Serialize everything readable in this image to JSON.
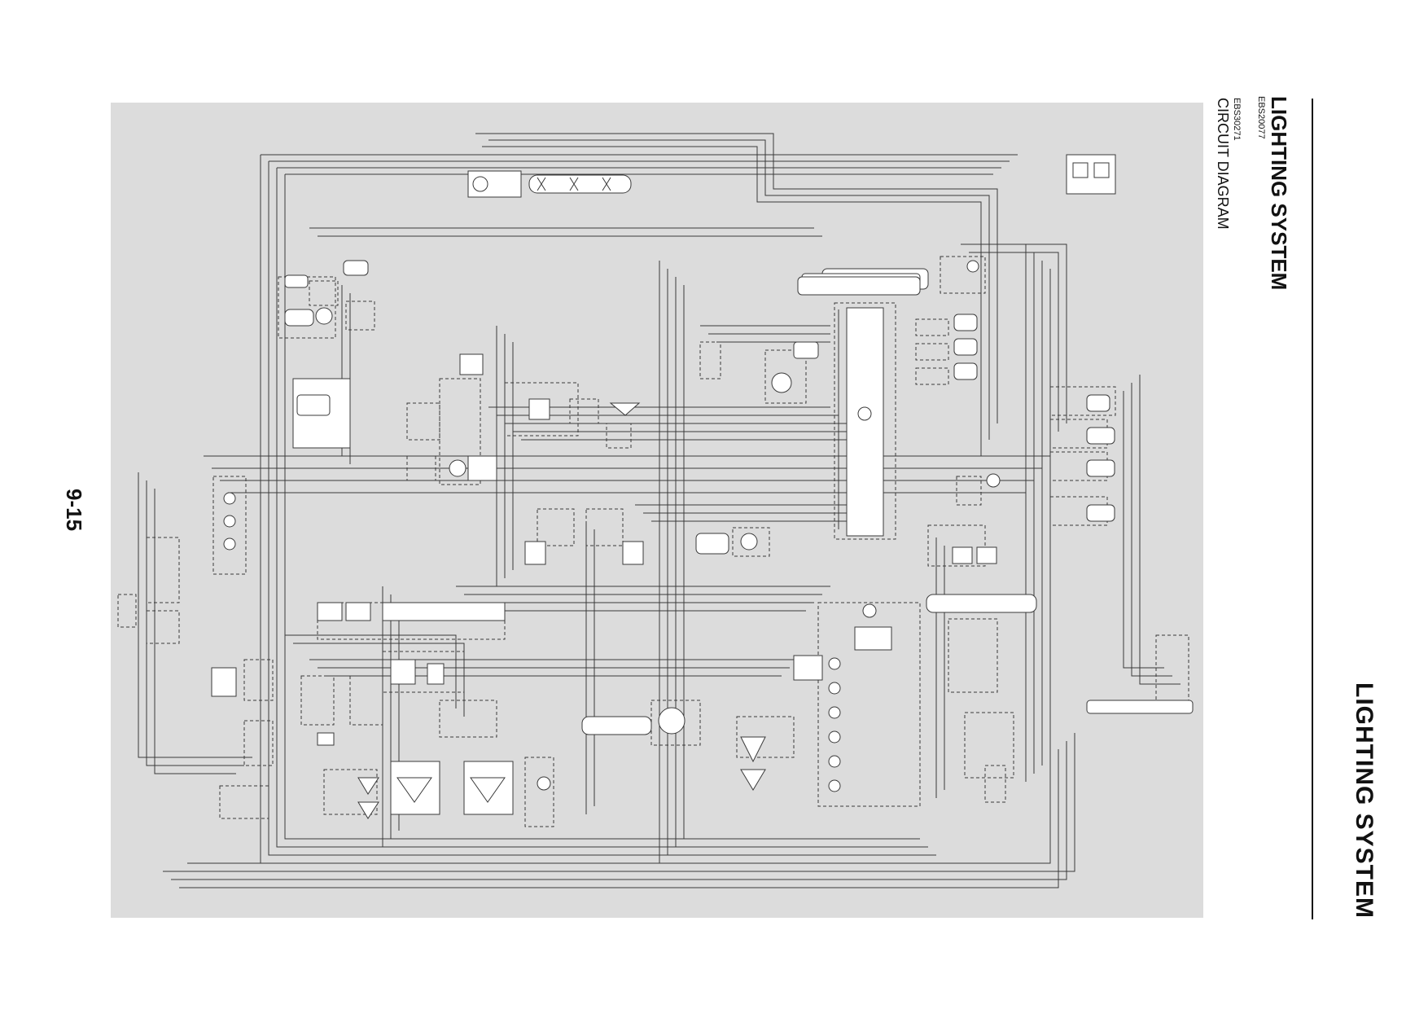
{
  "page": {
    "section_title": "LIGHTING SYSTEM",
    "header_title": "LIGHTING SYSTEM",
    "header_code": "EBS20077",
    "subsection_code": "EBS30271",
    "subsection_title": "CIRCUIT DIAGRAM",
    "page_number": "9-15"
  },
  "colors": {
    "diagram_background": "#dcdcdc",
    "wire": "#3a3a3a",
    "component_fill": "#ffffff",
    "text": "#111111"
  }
}
